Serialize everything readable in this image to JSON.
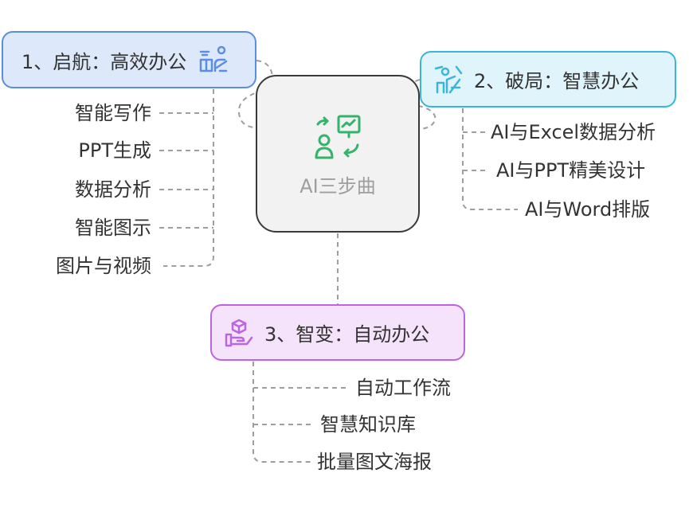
{
  "center": {
    "label": "AI三步曲",
    "icon": "person-presentation-icon"
  },
  "colors": {
    "center_fill": "#f2f2f2",
    "center_border": "#3a3a3a",
    "branch1_fill": "#dde9fb",
    "branch1_border": "#5b8de0",
    "branch2_fill": "#dff4fb",
    "branch2_border": "#3bb6da",
    "branch3_fill": "#f5e3fb",
    "branch3_border": "#bb66e0",
    "icon_green": "#34b36b",
    "connector": "#9e9e9e"
  },
  "branches": [
    {
      "label": "1、启航：高效办公",
      "icon": "ship-icon",
      "items": [
        "智能写作",
        "PPT生成",
        "数据分析",
        "智能图示",
        "图片与视频"
      ]
    },
    {
      "label": "2、破局：智慧办公",
      "icon": "breaking-through-icon",
      "items": [
        "AI与Excel数据分析",
        "AI与PPT精美设计",
        "AI与Word排版"
      ]
    },
    {
      "label": "3、智变：自动办公",
      "icon": "hand-box-icon",
      "items": [
        "自动工作流",
        "智慧知识库",
        "批量图文海报"
      ]
    }
  ]
}
